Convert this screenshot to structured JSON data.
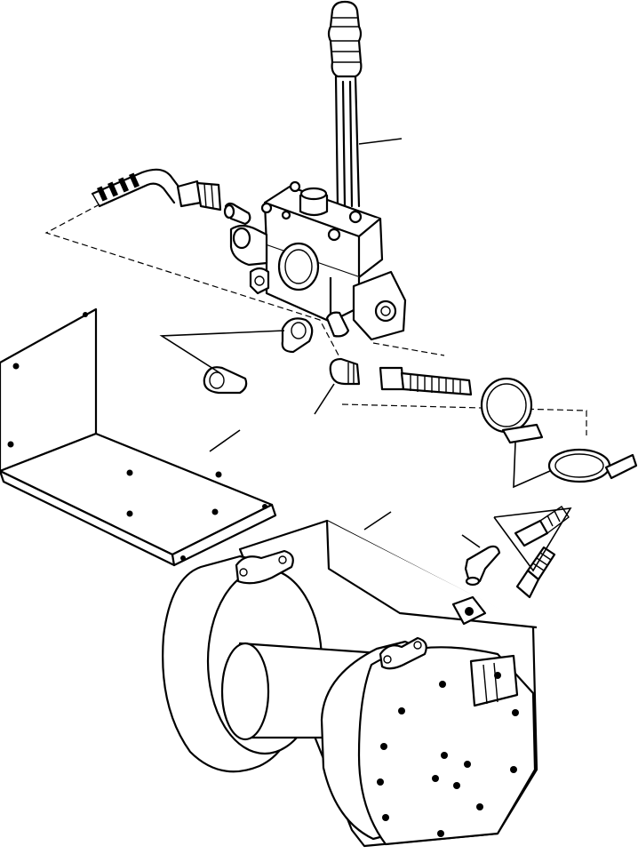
{
  "diagram": {
    "kind": "exploded-parts-view",
    "components": [
      {
        "id": "control-lever",
        "icon": "lever-handle-icon"
      },
      {
        "id": "control-valve",
        "icon": "valve-body-icon"
      },
      {
        "id": "hydraulic-hose",
        "icon": "hose-icon"
      },
      {
        "id": "pipe-clip",
        "icon": "clip-icon"
      },
      {
        "id": "plug",
        "icon": "plug-icon"
      },
      {
        "id": "hose-fitting",
        "icon": "fitting-icon"
      },
      {
        "id": "hose-clamp-upper",
        "icon": "clamp-icon"
      },
      {
        "id": "hose-clamp-lower",
        "icon": "clamp-icon"
      },
      {
        "id": "mounting-bracket",
        "icon": "bracket-plate-icon"
      },
      {
        "id": "elbow-fitting",
        "icon": "elbow-icon"
      },
      {
        "id": "adapter-fittings",
        "icon": "adapter-icon"
      },
      {
        "id": "winch-drum",
        "icon": "winch-icon"
      }
    ],
    "colors": {
      "line": "#000000",
      "background": "#ffffff"
    }
  }
}
